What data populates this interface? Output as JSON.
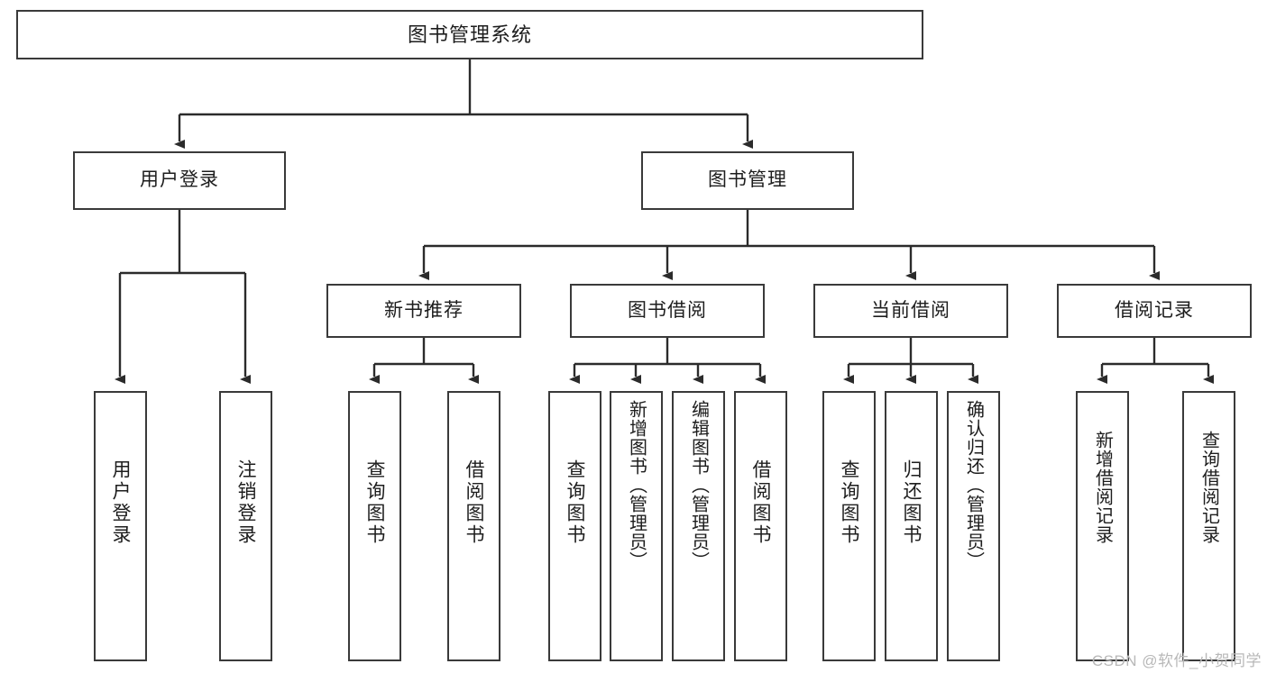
{
  "diagram": {
    "title": "图书管理系统",
    "watermark": "CSDN @软件_小贺同学",
    "colors": {
      "stroke": "#3a3a3a",
      "fill": "#ffffff",
      "text": "#1d1d1d",
      "watermark": "#b8b8b8"
    },
    "nodes": {
      "root": "图书管理系统",
      "user_login": "用户登录",
      "book_manage": "图书管理",
      "new_book_rec": "新书推荐",
      "book_borrow": "图书借阅",
      "current_borrow": "当前借阅",
      "borrow_record": "借阅记录",
      "leaf_user_login": "用户登录",
      "leaf_logout": "注销登录",
      "leaf_query_book_1": "查询图书",
      "leaf_borrow_book_1": "借阅图书",
      "leaf_query_book_2": "查询图书",
      "leaf_add_book_admin": "新增图书（管理员）",
      "leaf_edit_book_admin": "编辑图书（管理员）",
      "leaf_borrow_book_2": "借阅图书",
      "leaf_query_book_3": "查询图书",
      "leaf_return_book": "归还图书",
      "leaf_confirm_return_admin": "确认归还（管理员）",
      "leaf_add_record": "新增借阅记录",
      "leaf_query_record": "查询借阅记录"
    }
  }
}
